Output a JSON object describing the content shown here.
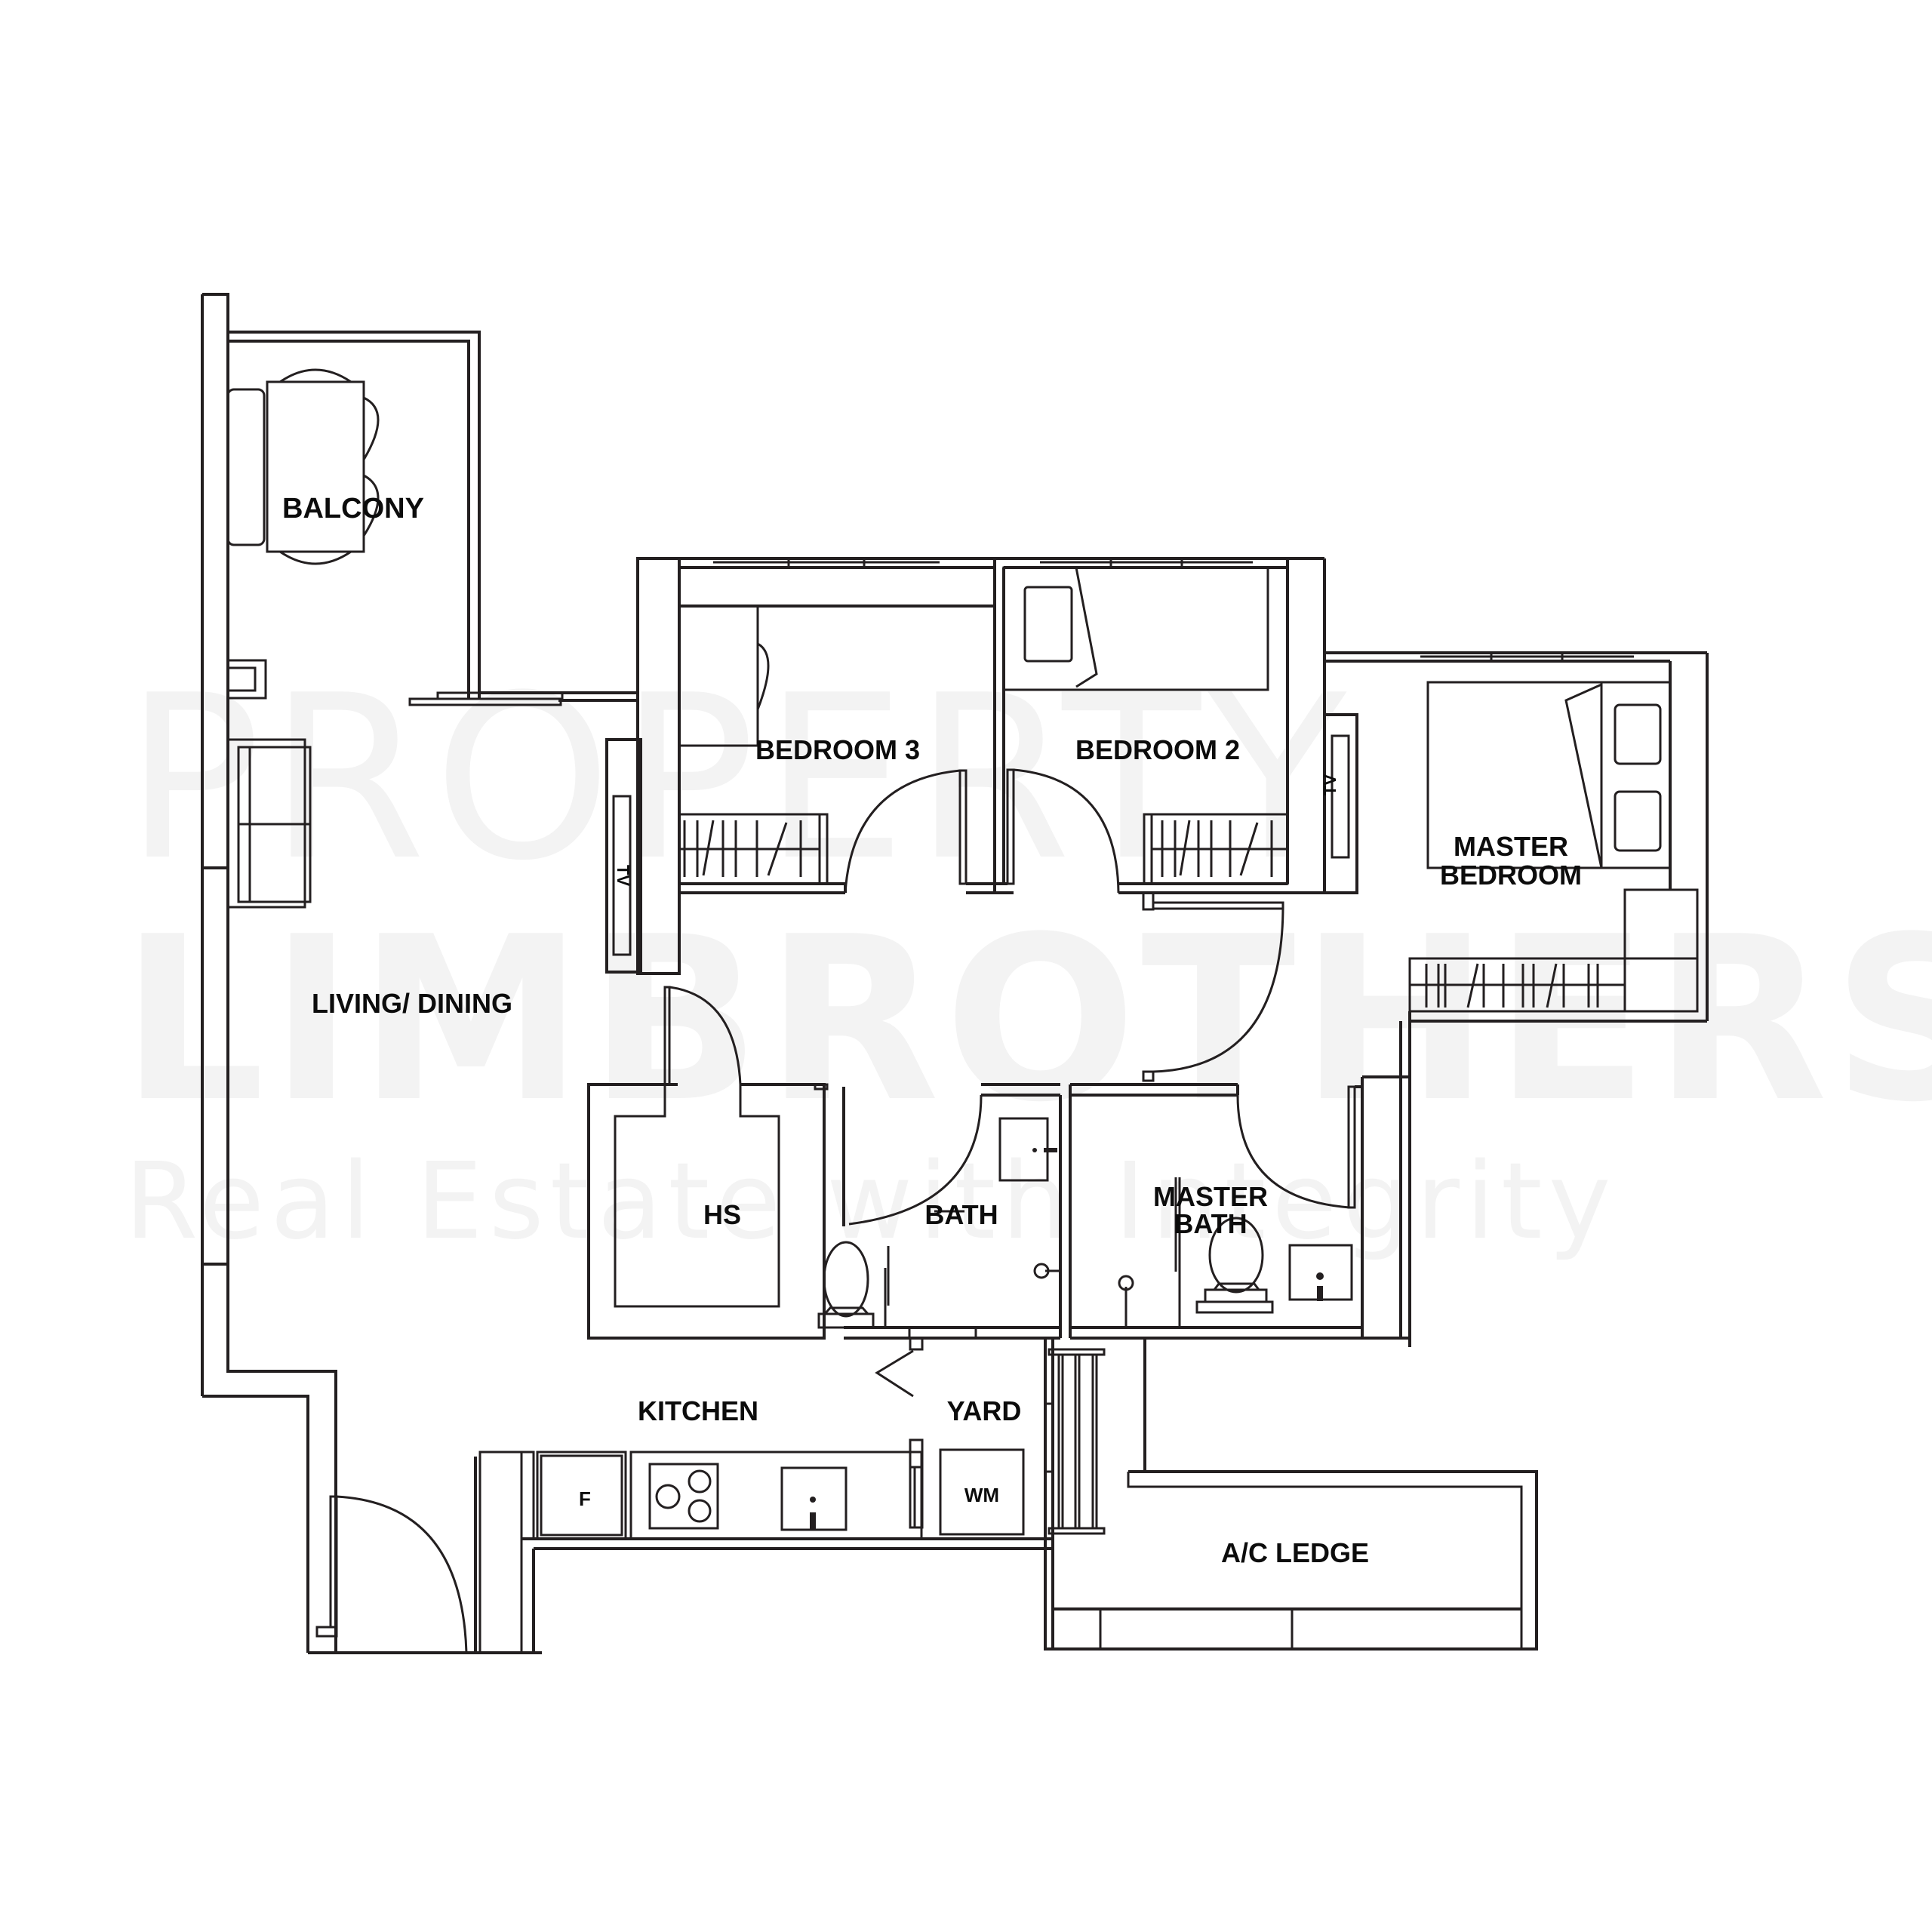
{
  "watermark": {
    "line1": "PROPERTY",
    "line2": "LIMBROTHERS",
    "line3": "Real Estate with Integrity",
    "color": "#f3f3f3"
  },
  "rooms": {
    "balcony": "BALCONY",
    "bedroom3": "BEDROOM 3",
    "bedroom2": "BEDROOM 2",
    "master_bedroom_line1": "MASTER",
    "master_bedroom_line2": "BEDROOM",
    "living_dining": "LIVING/ DINING",
    "hs": "HS",
    "bath": "BATH",
    "master_bath_line1": "MASTER",
    "master_bath_line2": "BATH",
    "kitchen": "KITCHEN",
    "yard": "YARD",
    "ac_ledge": "A/C LEDGE"
  },
  "fixtures": {
    "tv_living": "TV",
    "tv_master": "TV",
    "fridge": "F",
    "washing_machine": "WM"
  },
  "colors": {
    "line": "#231f20",
    "text": "#0c0c0c",
    "background": "#ffffff"
  }
}
